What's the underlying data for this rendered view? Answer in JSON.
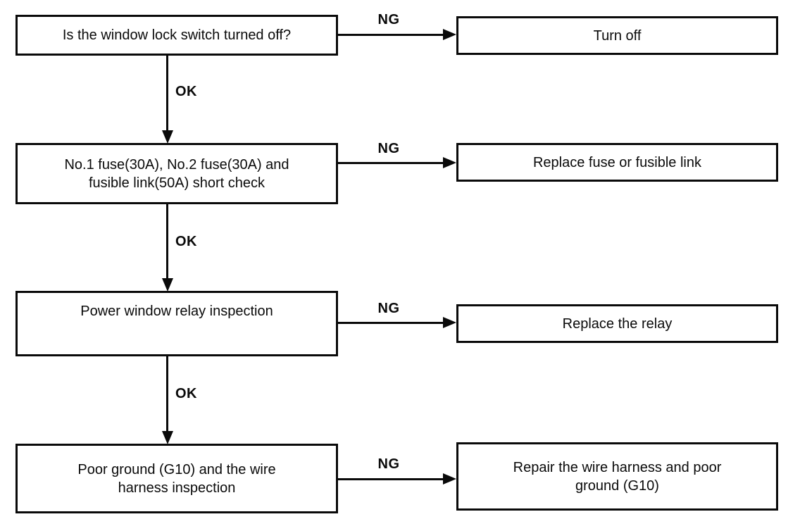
{
  "diagram": {
    "type": "troubleshooting-flowchart",
    "labels": {
      "ok": "OK",
      "ng": "NG"
    },
    "colors": {
      "line": "#0a0a0a",
      "box_border": "#0a0a0a",
      "text": "#0a0a0a",
      "background": "#ffffff"
    },
    "steps": [
      {
        "check": "Is the window lock switch turned off?",
        "ng_action": "Turn off"
      },
      {
        "check": "No.1 fuse(30A), No.2 fuse(30A) and\nfusible link(50A) short check",
        "ng_action": "Replace fuse or fusible link"
      },
      {
        "check": "Power window relay inspection",
        "ng_action": "Replace the relay"
      },
      {
        "check": "Poor ground (G10) and the wire\nharness inspection",
        "ng_action": "Repair the wire harness and poor\nground (G10)"
      }
    ]
  }
}
